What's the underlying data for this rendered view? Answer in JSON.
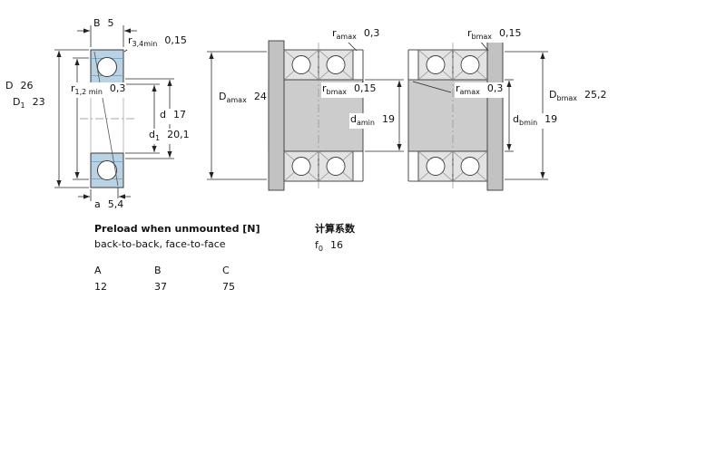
{
  "left_figure": {
    "B": {
      "base": "B",
      "value": "5"
    },
    "r34": {
      "base": "r",
      "sub": "3,4min",
      "value": "0,15"
    },
    "D": {
      "base": "D",
      "value": "26"
    },
    "r12": {
      "base": "r",
      "sub": "1,2 min",
      "value": "0,3"
    },
    "D1": {
      "base": "D",
      "sub": "1",
      "value": "23"
    },
    "d": {
      "base": "d",
      "value": "17"
    },
    "d1": {
      "base": "d",
      "sub": "1",
      "value": "20,1"
    },
    "a": {
      "base": "a",
      "value": "5,4"
    }
  },
  "pair_figure_1": {
    "r_amax": {
      "base": "r",
      "sub": "amax",
      "value": "0,3"
    },
    "D_amax": {
      "base": "D",
      "sub": "amax",
      "value": "24"
    },
    "r_bmax": {
      "base": "r",
      "sub": "bmax",
      "value": "0,15"
    },
    "d_amin": {
      "base": "d",
      "sub": "amin",
      "value": "19"
    }
  },
  "pair_figure_2": {
    "r_bmax": {
      "base": "r",
      "sub": "bmax",
      "value": "0,15"
    },
    "r_amax": {
      "base": "r",
      "sub": "amax",
      "value": "0,3"
    },
    "D_bmax": {
      "base": "D",
      "sub": "bmax",
      "value": "25,2"
    },
    "d_bmin": {
      "base": "d",
      "sub": "bmin",
      "value": "19"
    }
  },
  "preload_table": {
    "title": "Preload when unmounted [N]",
    "subtitle": "back-to-back, face-to-face",
    "columns": [
      "A",
      "B",
      "C"
    ],
    "values": [
      "12",
      "37",
      "75"
    ]
  },
  "calculation": {
    "title": "计算系数",
    "f0": {
      "base": "f",
      "sub": "0",
      "value": "16"
    }
  },
  "colors": {
    "ring_blue": "#b9d2e4",
    "shaft_gray": "#cccccc",
    "line": "#2a2a2a"
  }
}
